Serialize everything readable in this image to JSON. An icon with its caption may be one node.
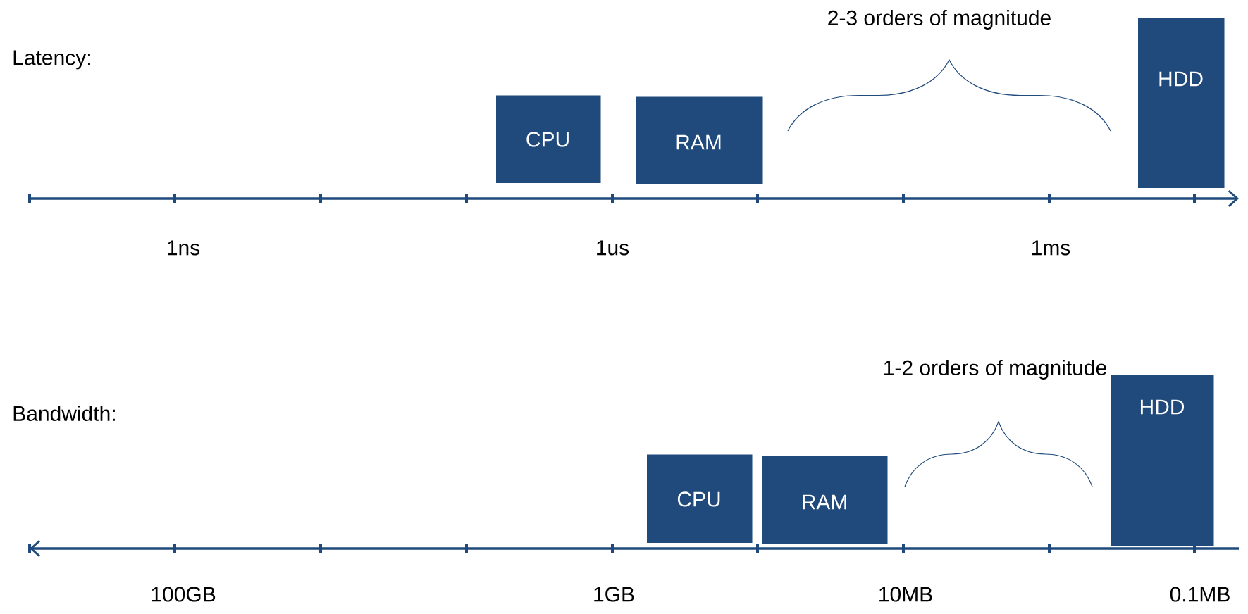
{
  "diagram": {
    "nodes": [
      {
        "text": [
          "CPU"
        ]
      },
      {
        "text": [
          "RAM"
        ]
      },
      {
        "text": [
          "HDD"
        ]
      },
      {
        "text": [
          "CPU"
        ]
      },
      {
        "text": [
          "RAM"
        ]
      },
      {
        "text": [
          "HDD"
        ]
      }
    ],
    "labels": [
      "2-3 orders of magnitude",
      "Latency:",
      "1ns",
      "1us",
      "1ms",
      "1-2 orders of magnitude",
      "Bandwidth:",
      "100GB",
      "1GB",
      "10MB",
      "0.1MB"
    ]
  }
}
